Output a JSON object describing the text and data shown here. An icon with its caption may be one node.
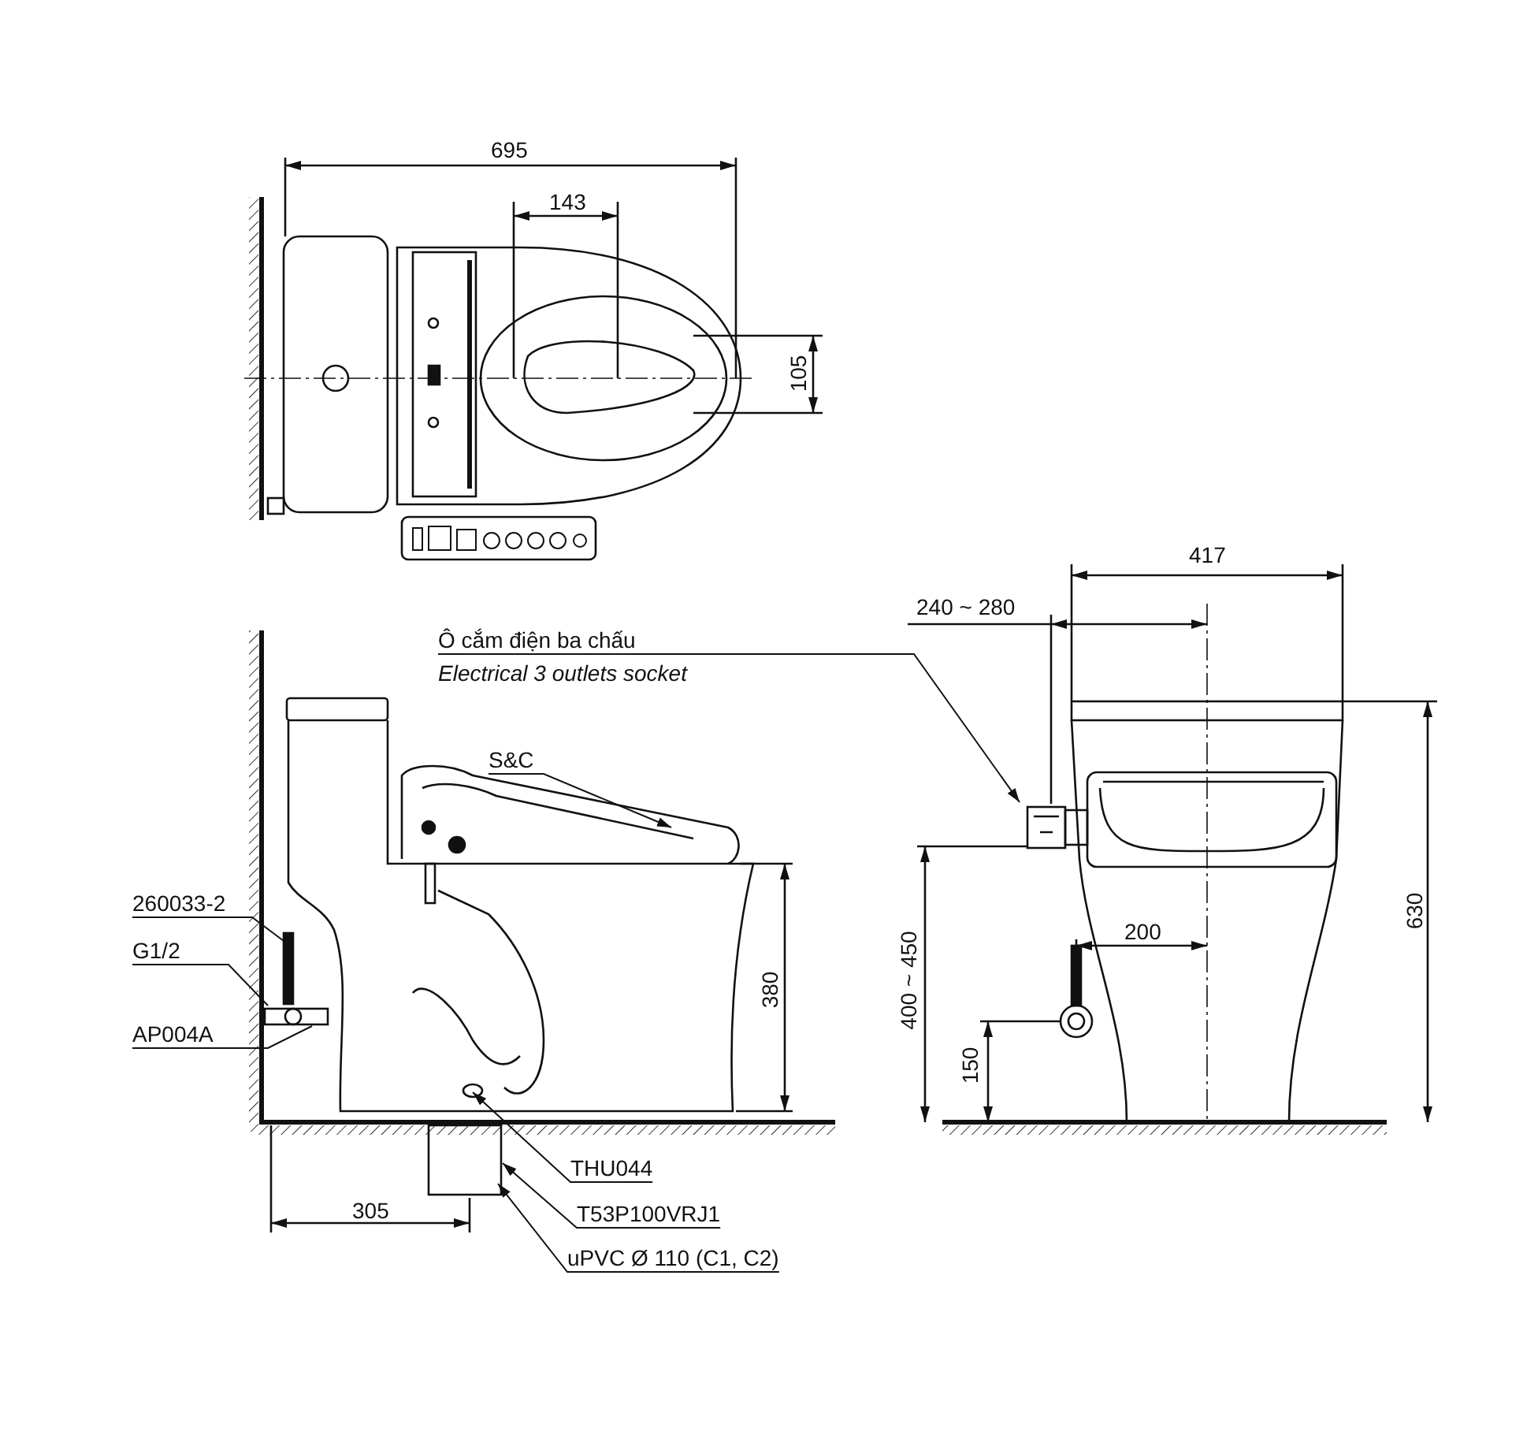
{
  "diagram": {
    "nodes": [
      {
        "text": [
          "Ô cắm điện ba chấu",
          "Electrical 3 outlets socket"
        ]
      },
      {
        "text": [
          "S&C"
        ]
      },
      {
        "text": [
          "260033-2"
        ]
      },
      {
        "text": [
          "G1/2"
        ]
      },
      {
        "text": [
          "AP004A"
        ]
      },
      {
        "text": [
          "THU044"
        ]
      },
      {
        "text": [
          "T53P100VRJ1"
        ]
      },
      {
        "text": [
          "uPVC Ø 110 (C1, C2)"
        ]
      }
    ],
    "edges": [
      {
        "from": 0,
        "to": null,
        "arrow": "to"
      },
      {
        "from": 1,
        "to": null,
        "arrow": "to"
      },
      {
        "from": 2,
        "to": null,
        "arrow": "none"
      },
      {
        "from": 3,
        "to": null,
        "arrow": "none"
      },
      {
        "from": 4,
        "to": null,
        "arrow": "none"
      },
      {
        "from": 5,
        "to": null,
        "arrow": "to"
      },
      {
        "from": 6,
        "to": null,
        "arrow": "to"
      },
      {
        "from": 7,
        "to": null,
        "arrow": "to"
      }
    ],
    "labels": [
      "695",
      "143",
      "105",
      "417",
      "240 ~ 280",
      "630",
      "400 ~ 450",
      "200",
      "150",
      "380",
      "305"
    ]
  }
}
